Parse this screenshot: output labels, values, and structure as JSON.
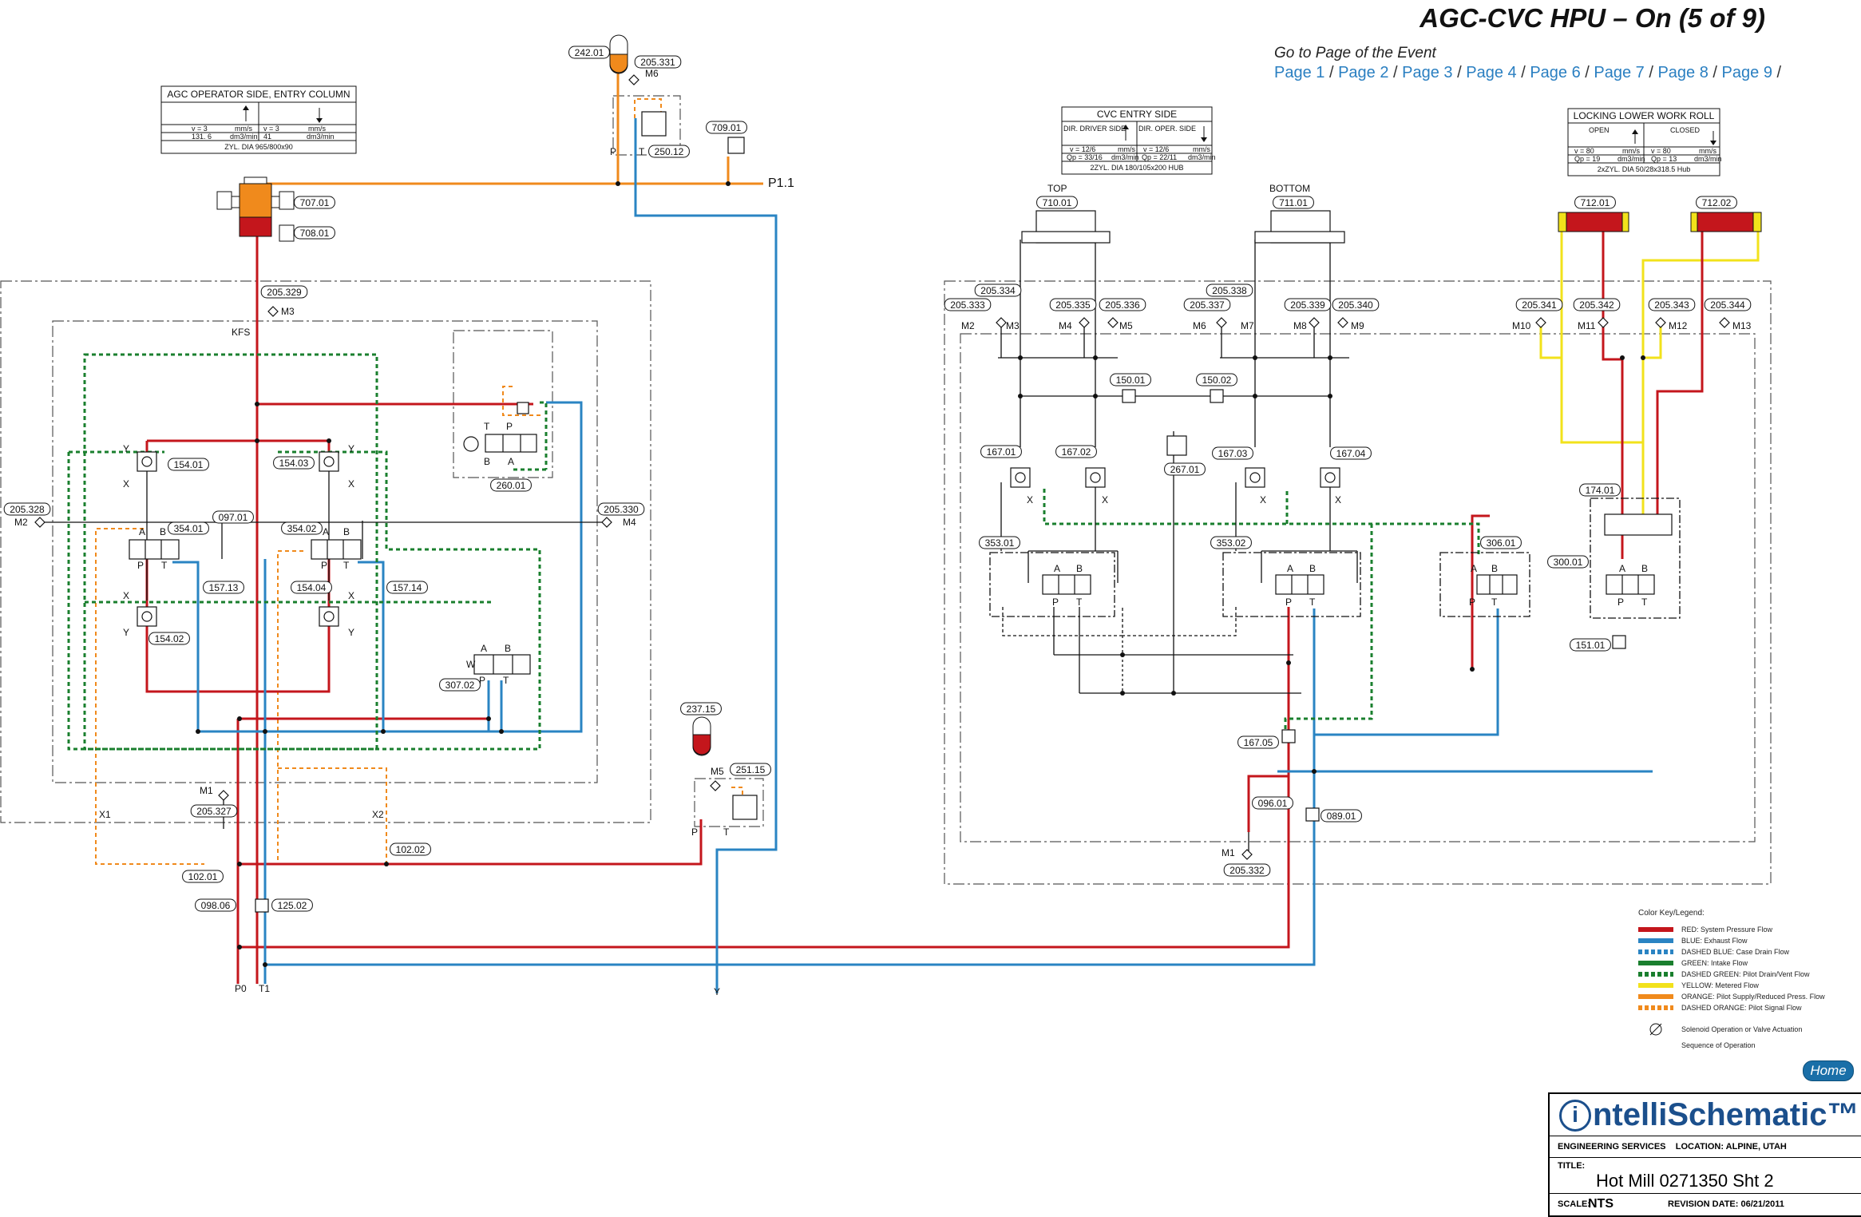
{
  "header": {
    "title": "AGC-CVC HPU – On (5 of 9)",
    "goto": "Go to Page of the Event",
    "pages": [
      "Page 1",
      "Page 2",
      "Page 3",
      "Page 4",
      "Page 6",
      "Page 7",
      "Page 8",
      "Page 9"
    ]
  },
  "home_label": "Home",
  "boxes": {
    "agc": {
      "title": "AGC OPERATOR SIDE, ENTRY COLUMN",
      "r1": [
        "v = 3",
        "mm/s",
        "v = 3",
        "mm/s"
      ],
      "r2": [
        "131. 6",
        "dm3/min",
        "41",
        "dm3/min"
      ],
      "r3": "ZYL. DIA   965/800x90"
    },
    "cvc": {
      "title": "CVC ENTRY SIDE",
      "h": [
        "DIR. DRIVER SIDE",
        "DIR. OPER. SIDE"
      ],
      "r1": [
        "v = 12/6",
        "mm/s",
        "v = 12/6",
        "mm/s"
      ],
      "r2": [
        "Qp = 33/16",
        "dm3/min",
        "Qp = 22/11",
        "dm3/min"
      ],
      "r3": "2ZYL. DIA   180/105x200 HUB"
    },
    "lock": {
      "title": "LOCKING LOWER WORK ROLL",
      "h": [
        "OPEN",
        "CLOSED"
      ],
      "r1": [
        "v = 80",
        "mm/s",
        "v = 80",
        "mm/s"
      ],
      "r2": [
        "Qp = 19",
        "dm3/min",
        "Qp = 13",
        "dm3/min"
      ],
      "r3": "2xZYL. DIA   50/28x318.5 Hub"
    }
  },
  "labels": {
    "p11": "P1.1",
    "kfs": "KFS",
    "x1": "X1",
    "x2": "X2",
    "p0": "P0",
    "t1": "T1",
    "y": "Y",
    "top": "TOP",
    "bottom": "BOTTOM",
    "m6a": "M6",
    "m3a": "M3",
    "m2a": "M2",
    "m4a": "M4",
    "m1a": "M1",
    "m5a": "M5",
    "m2b": "M2",
    "m3b": "M3",
    "m4b": "M4",
    "m5b": "M5",
    "m6b": "M6",
    "m7b": "M7",
    "m8b": "M8",
    "m9b": "M9",
    "m10": "M10",
    "m11": "M11",
    "m12": "M12",
    "m13": "M13",
    "m1b": "M1"
  },
  "tags": {
    "t242_01": "242.01",
    "t205_331": "205.331",
    "t250_12": "250.12",
    "t709_01": "709.01",
    "t707_01": "707.01",
    "t708_01": "708.01",
    "t205_329": "205.329",
    "t154_01": "154.01",
    "t154_03": "154.03",
    "t154_02": "154.02",
    "t154_04": "154.04",
    "t354_01": "354.01",
    "t354_02": "354.02",
    "t097_01": "097.01",
    "t157_13": "157.13",
    "t157_14": "157.14",
    "t260_01": "260.01",
    "t307_02": "307.02",
    "t205_328": "205.328",
    "t205_330": "205.330",
    "t205_327": "205.327",
    "t102_01": "102.01",
    "t102_02": "102.02",
    "t098_06": "098.06",
    "t125_02": "125.02",
    "t237_15": "237.15",
    "t251_15": "251.15",
    "t710_01": "710.01",
    "t711_01": "711.01",
    "t712_01": "712.01",
    "t712_02": "712.02",
    "t205_334": "205.334",
    "t205_333": "205.333",
    "t205_335": "205.335",
    "t205_336": "205.336",
    "t205_338": "205.338",
    "t205_337": "205.337",
    "t205_339": "205.339",
    "t205_340": "205.340",
    "t205_341": "205.341",
    "t205_342": "205.342",
    "t205_343": "205.343",
    "t205_344": "205.344",
    "t150_01": "150.01",
    "t150_02": "150.02",
    "t267_01": "267.01",
    "t167_01": "167.01",
    "t167_02": "167.02",
    "t167_03": "167.03",
    "t167_04": "167.04",
    "t353_01": "353.01",
    "t353_02": "353.02",
    "t306_01": "306.01",
    "t174_01": "174.01",
    "t300_01": "300.01",
    "t151_01": "151.01",
    "t167_05": "167.05",
    "t096_01": "096.01",
    "t089_01": "089.01",
    "t205_332": "205.332"
  },
  "ports": {
    "p": "P",
    "t": "T",
    "a": "A",
    "b": "B",
    "x": "X",
    "y": "Y",
    "w": "W"
  },
  "colors": {
    "red": "#c4161c",
    "blue": "#2a84c3",
    "green": "#1a7f2e",
    "orange": "#f08a1c",
    "yellow": "#f2e21b",
    "black": "#111111",
    "title_blue": "#1b4f8c"
  },
  "legend": {
    "title": "Color Key/Legend:",
    "items": [
      {
        "label": "RED: System Pressure Flow",
        "color": "#c4161c",
        "style": "solid"
      },
      {
        "label": "BLUE: Exhaust Flow",
        "color": "#2a84c3",
        "style": "solid"
      },
      {
        "label": "DASHED BLUE: Case Drain Flow",
        "color": "#2a84c3",
        "style": "dashed"
      },
      {
        "label": "GREEN: Intake Flow",
        "color": "#1a7f2e",
        "style": "solid"
      },
      {
        "label": "DASHED GREEN: Pilot Drain/Vent Flow",
        "color": "#1a7f2e",
        "style": "dashed"
      },
      {
        "label": "YELLOW: Metered Flow",
        "color": "#f2e21b",
        "style": "solid"
      },
      {
        "label": "ORANGE: Pilot Supply/Reduced Press. Flow",
        "color": "#f08a1c",
        "style": "solid"
      },
      {
        "label": "DASHED ORANGE: Pilot Signal Flow",
        "color": "#f08a1c",
        "style": "dashed"
      }
    ],
    "solenoid": "Solenoid Operation or Valve Actuation",
    "sequence": "Sequence of Operation"
  },
  "title_block": {
    "logo_i": "i",
    "logo": "ntelliSchematic™",
    "eng": "ENGINEERING SERVICES",
    "loc": "LOCATION: ALPINE, UTAH",
    "title_label": "TITLE:",
    "title_value": "Hot Mill 0271350 Sht 2",
    "scale_label": "SCALE:",
    "scale_value": "NTS",
    "rev": "REVISION DATE: 06/21/2011"
  }
}
